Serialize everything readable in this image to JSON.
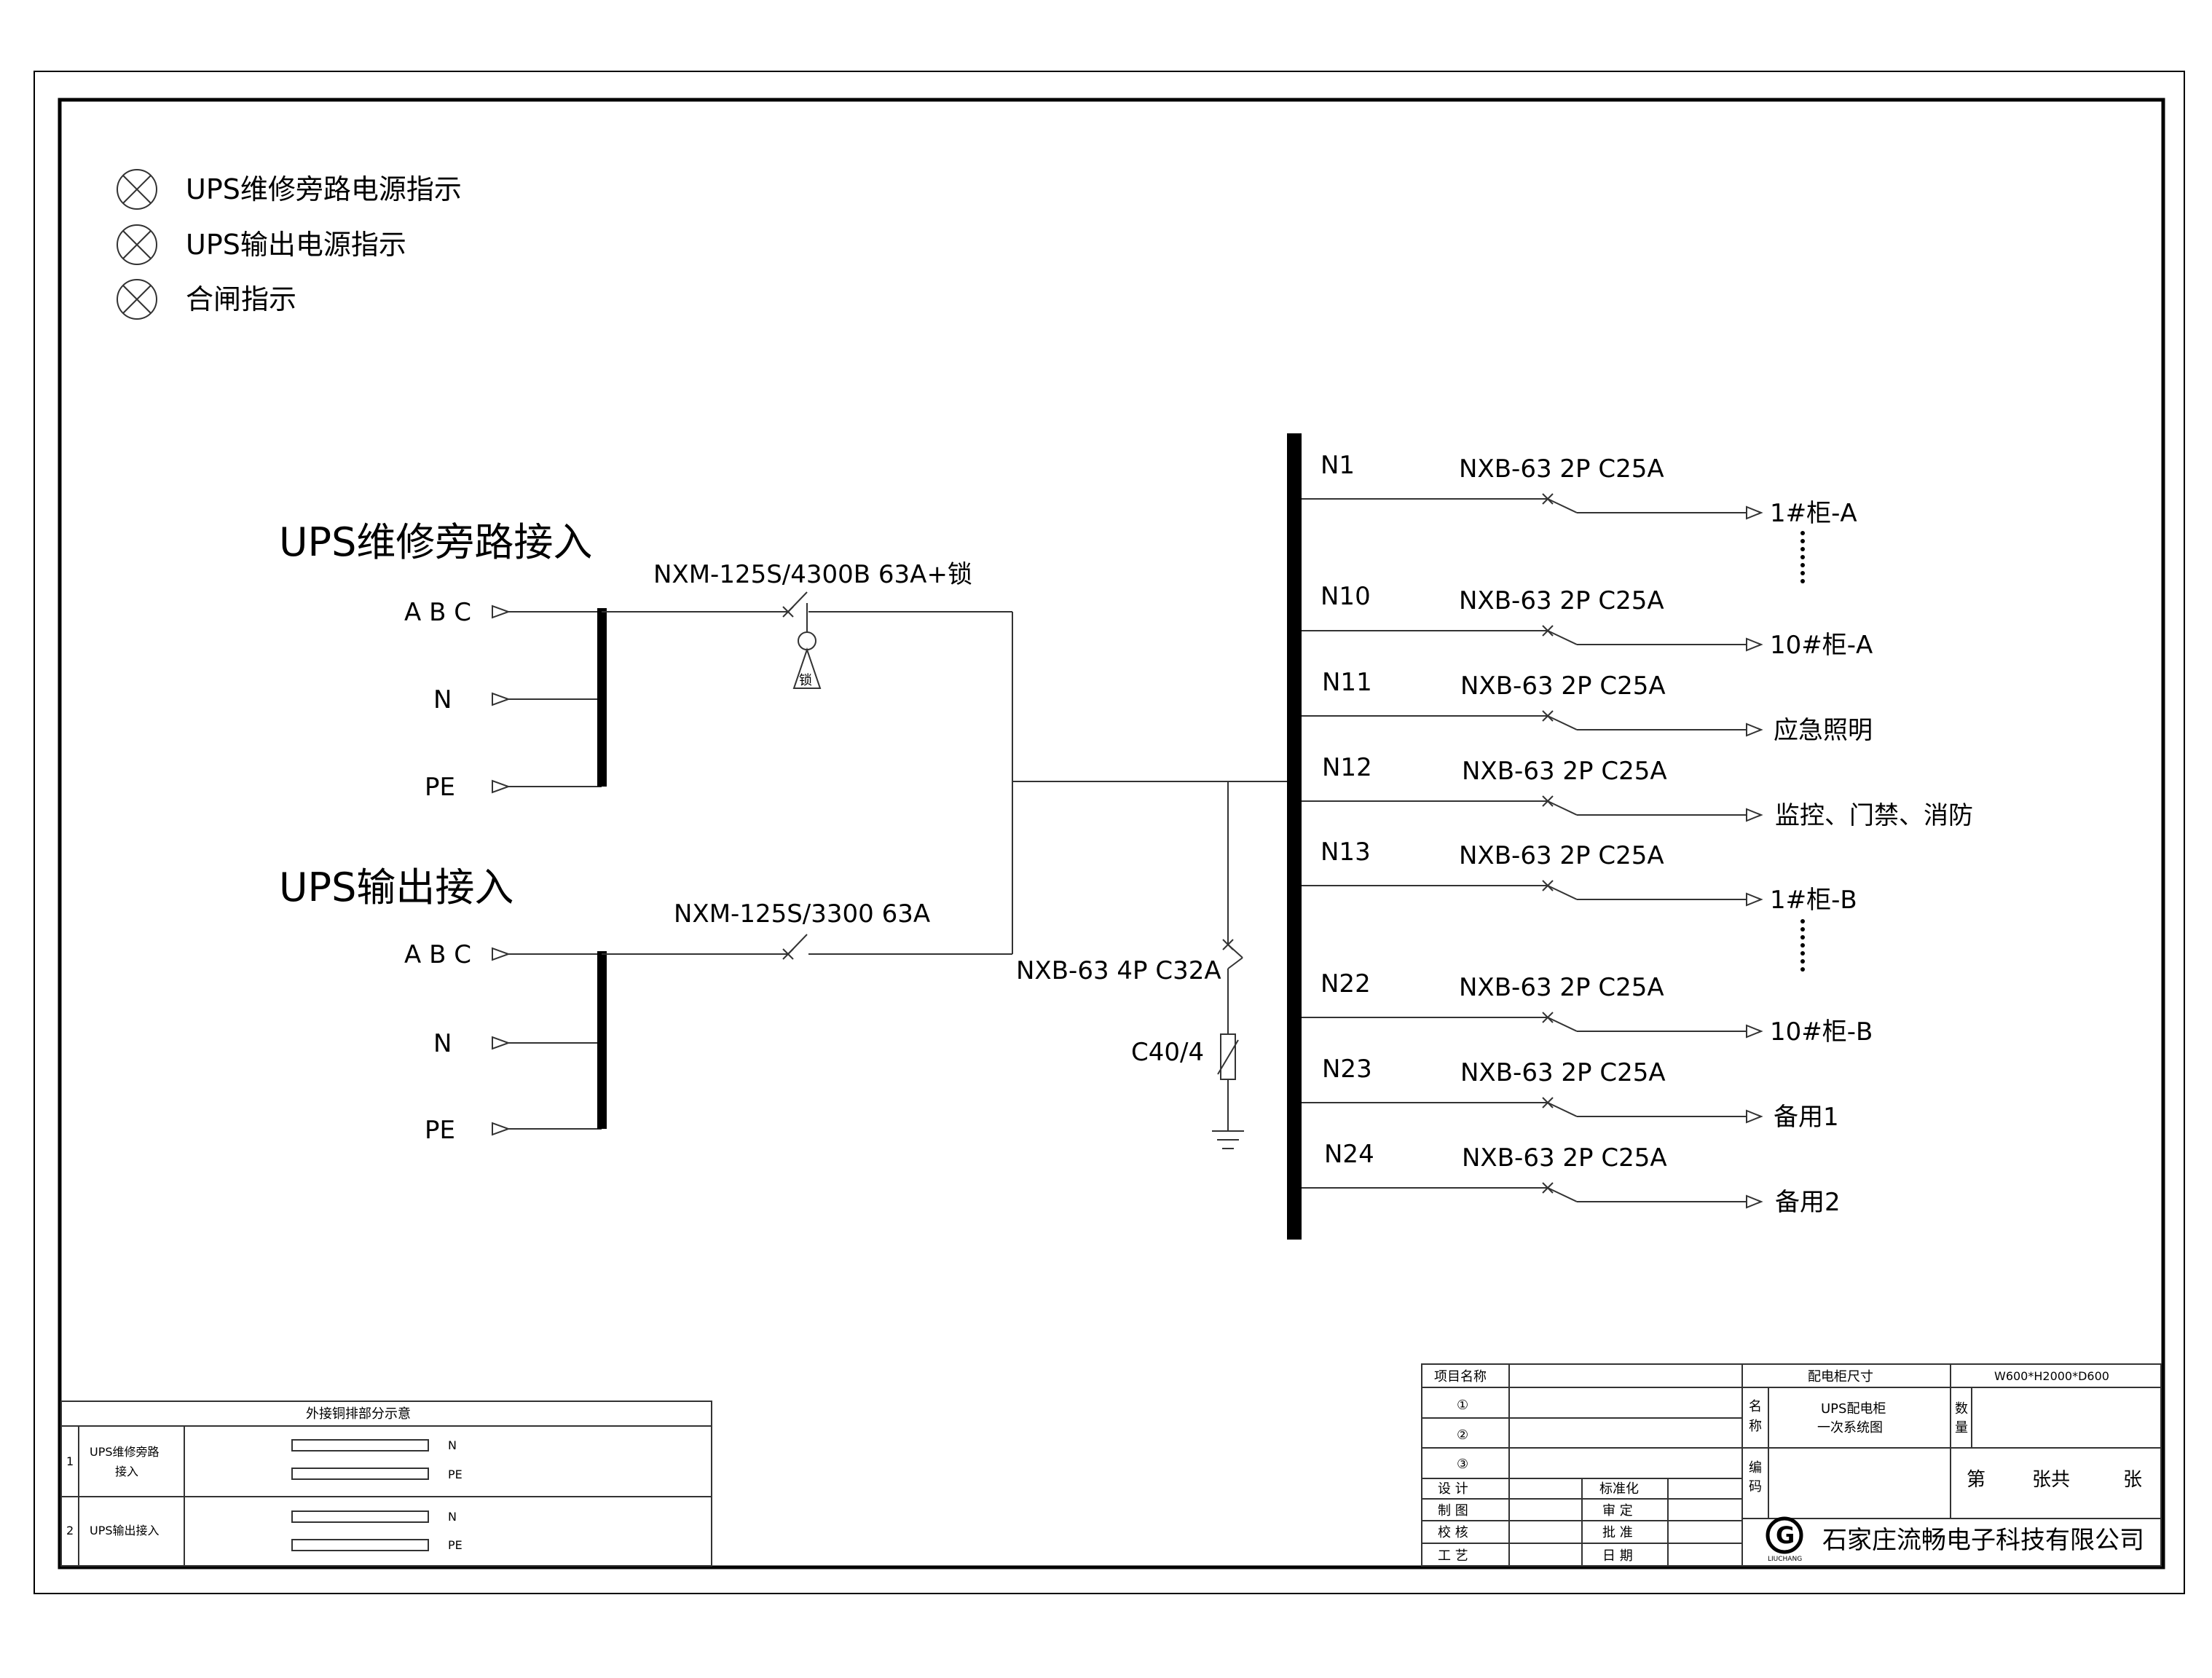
{
  "legend": [
    "UPS维修旁路电源指示",
    "UPS输出电源指示",
    "合闸指示"
  ],
  "inputs": {
    "bypass": {
      "title": "UPS维修旁路接入",
      "breaker": "NXM-125S/4300B 63A+锁",
      "lock": "锁",
      "phases": "A B C",
      "n": "N",
      "pe": "PE"
    },
    "ups_out": {
      "title": "UPS输出接入",
      "breaker": "NXM-125S/3300 63A",
      "phases": "A B C",
      "n": "N",
      "pe": "PE"
    }
  },
  "spd": {
    "breaker": "NXB-63 4P C32A",
    "arrester": "C40/4"
  },
  "feeders": [
    {
      "circuit": "N1",
      "breaker": "NXB-63 2P C25A",
      "load": "1#柜-A"
    },
    {
      "circuit": "N10",
      "breaker": "NXB-63 2P C25A",
      "load": "10#柜-A"
    },
    {
      "circuit": "N11",
      "breaker": "NXB-63 2P C25A",
      "load": "应急照明"
    },
    {
      "circuit": "N12",
      "breaker": "NXB-63 2P C25A",
      "load": "监控、门禁、消防"
    },
    {
      "circuit": "N13",
      "breaker": "NXB-63 2P C25A",
      "load": "1#柜-B"
    },
    {
      "circuit": "N22",
      "breaker": "NXB-63 2P C25A",
      "load": "10#柜-B"
    },
    {
      "circuit": "N23",
      "breaker": "NXB-63 2P C25A",
      "load": "备用1"
    },
    {
      "circuit": "N24",
      "breaker": "NXB-63 2P C25A",
      "load": "备用2"
    }
  ],
  "copper_table": {
    "title": "外接铜排部分示意",
    "rows": [
      {
        "no": "1",
        "name_line1": "UPS维修旁路",
        "name_line2": "接入",
        "bar1": "N",
        "bar2": "PE"
      },
      {
        "no": "2",
        "name_line1": "UPS输出接入",
        "name_line2": "",
        "bar1": "N",
        "bar2": "PE"
      }
    ]
  },
  "title_block": {
    "project_name": "项目名称",
    "circ1": "①",
    "circ2": "②",
    "circ3": "③",
    "design": "设  计",
    "drawing": "制  图",
    "check": "校  核",
    "process": "工  艺",
    "standard": "标准化",
    "review": "审  定",
    "approve": "批  准",
    "date": "日  期",
    "cabinet_size_label": "配电柜尺寸",
    "cabinet_size": "W600*H2000*D600",
    "name_label_1": "名",
    "name_label_2": "称",
    "name_line1": "UPS配电柜",
    "name_line2": "一次系统图",
    "qty_label_1": "数",
    "qty_label_2": "量",
    "code_label_1": "编",
    "code_label_2": "码",
    "sheet_di": "第",
    "sheet_zhang_gong": "张共",
    "sheet_zhang": "张",
    "logo_letter": "G",
    "logo_text": "LIUCHANG",
    "company": "石家庄流畅电子科技有限公司"
  }
}
